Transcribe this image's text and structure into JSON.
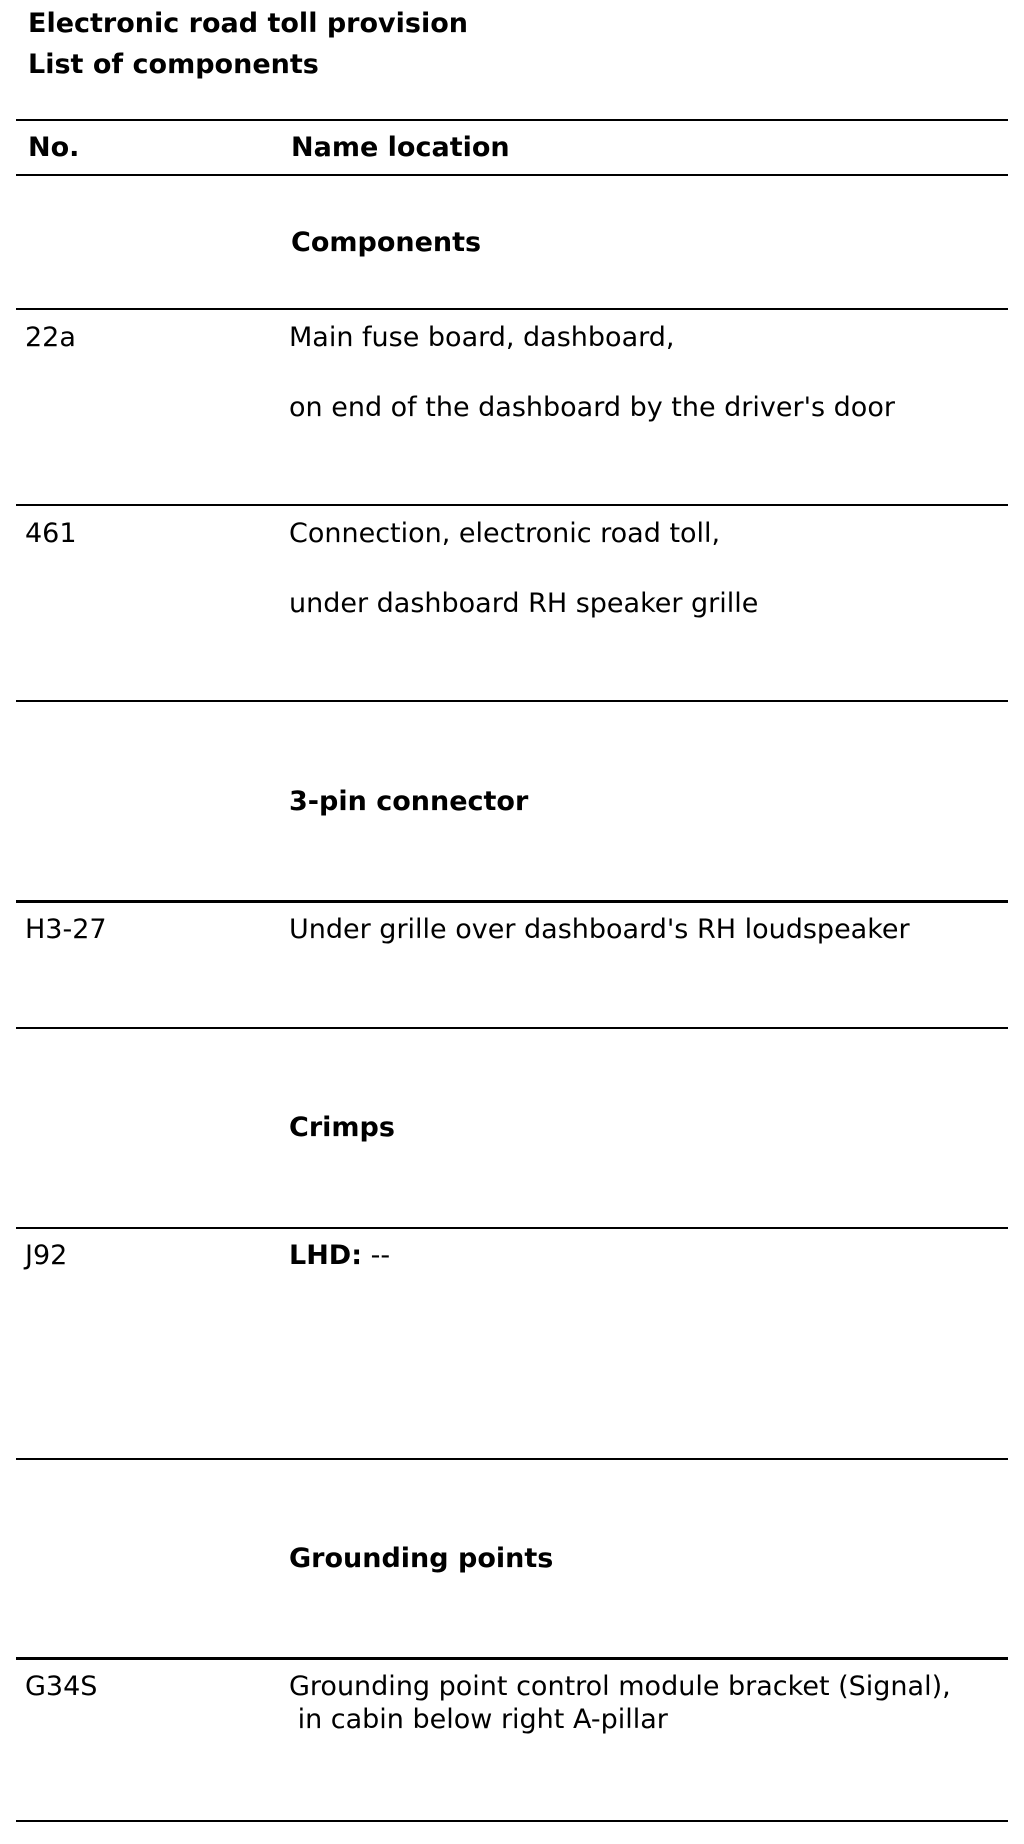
{
  "document": {
    "title": "Electronic road toll provision",
    "subtitle": "List of components"
  },
  "table": {
    "header": {
      "no": "No.",
      "name_location": "Name location"
    },
    "sections": [
      {
        "heading": "Components",
        "rows": [
          {
            "no": "22a",
            "line1": "Main fuse board, dashboard,",
            "line2": "on end of the dashboard by the driver's door"
          },
          {
            "no": "461",
            "line1": "Connection, electronic road toll,",
            "line2": "under dashboard RH speaker grille"
          }
        ]
      },
      {
        "heading": "3-pin connector",
        "rows": [
          {
            "no": "H3-27",
            "line1": "Under grille over dashboard's RH loudspeaker"
          }
        ]
      },
      {
        "heading": "Crimps",
        "rows": [
          {
            "no": "J92",
            "label": "LHD:",
            "value": " --"
          }
        ]
      },
      {
        "heading": "Grounding points",
        "rows": [
          {
            "no": "G34S",
            "line1": "Grounding point control module bracket (Signal),",
            "line2": " in cabin below right A-pillar"
          }
        ]
      }
    ]
  }
}
